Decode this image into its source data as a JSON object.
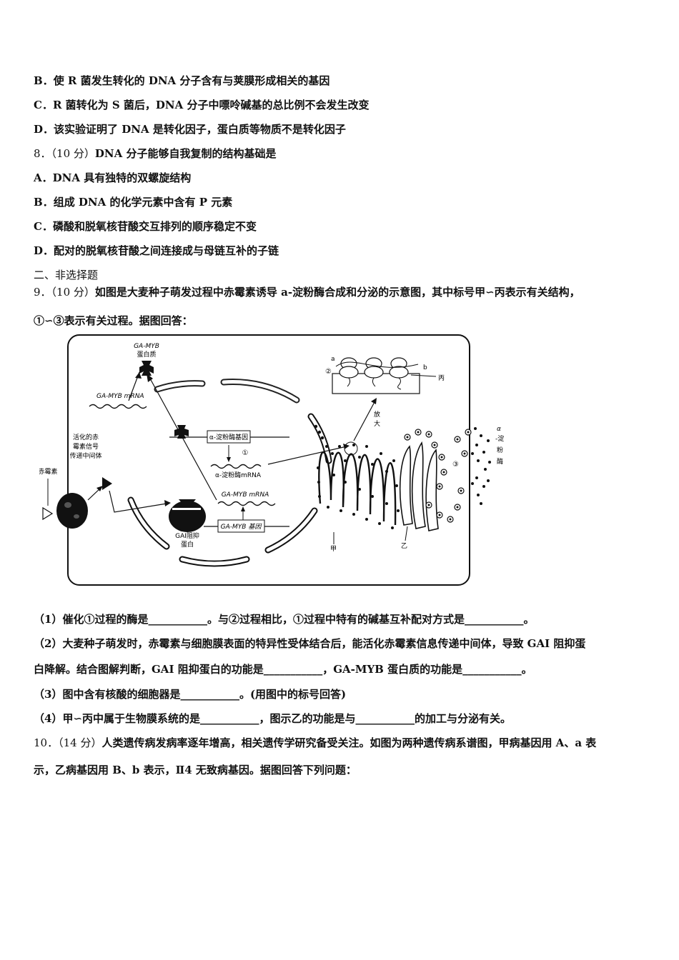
{
  "lines": [
    {
      "prefix": "B．",
      "text": "使 R 菌发生转化的 DNA 分子含有与荚膜形成相关的基因"
    },
    {
      "prefix": "C．",
      "text": "R 菌转化为 S 菌后，DNA 分子中嘌呤碱基的总比例不会发生改变"
    },
    {
      "prefix": "D．",
      "text": "该实验证明了 DNA 是转化因子，蛋白质等物质不是转化因子"
    },
    {
      "prefix": "8．（10 分）",
      "text": "DNA 分子能够自我复制的结构基础是"
    },
    {
      "prefix": "A．",
      "text": "DNA 具有独特的双螺旋结构"
    },
    {
      "prefix": "B．",
      "text": "组成 DNA 的化学元素中含有 P 元素"
    },
    {
      "prefix": "C．",
      "text": "磷酸和脱氧核苷酸交互排列的顺序稳定不变"
    },
    {
      "prefix": "D．",
      "text": "配对的脱氧核苷酸之间连接成与母链互补的子链"
    },
    {
      "prefix": "",
      "text": "二、非选择题"
    },
    {
      "prefix": "9．（10 分）",
      "text": "如图是大麦种子萌发过程中赤霉素诱导 a-淀粉酶合成和分泌的示意图，其中标号甲∽丙表示有关结构，"
    },
    {
      "prefix": "",
      "text": "①∽③表示有关过程。据图回答："
    }
  ],
  "figure_labels": {
    "gamyb_protein_1": "GA-MYB",
    "gamyb_protein_2": "蛋白质",
    "gamyb_mrna_top": "GA-MYB mRNA",
    "amylase_gene": "α-淀粉酶基因",
    "step1": "①",
    "amylase_mrna": "α-淀粉酶mRNA",
    "activated_1": "活化的赤",
    "activated_2": "霉素信号",
    "activated_3": "传递中间体",
    "gibberellin": "赤霉素",
    "gamyb_mrna_mid": "GA-MYB mRNA",
    "gamyb_gene": "GA-MYB 基因",
    "gai_1": "GAI阻抑",
    "gai_2": "蛋白",
    "label_a": "a",
    "label_b": "b",
    "step2": "②",
    "label_bing": "丙",
    "fang": "放",
    "da": "大",
    "step3": "③",
    "amylase_alpha": "α",
    "amylase_1": "-淀",
    "amylase_2": "粉",
    "amylase_3": "酶",
    "label_jia": "甲",
    "label_yi": "乙"
  },
  "questions": [
    {
      "num": "（1）",
      "text": "催化①过程的酶是___________。与②过程相比，①过程中特有的碱基互补配对方式是___________。"
    },
    {
      "num": "（2）",
      "text": "大麦种子萌发时，赤霉素与细胞膜表面的特异性受体结合后，能活化赤霉素信息传递中间体，导致 GAI 阻抑蛋"
    },
    {
      "num": "",
      "text": "白降解。结合图解判断，GAI 阻抑蛋白的功能是___________，GA-MYB 蛋白质的功能是___________。"
    },
    {
      "num": "（3）",
      "text": "图中含有核酸的细胞器是___________。(用图中的标号回答)"
    },
    {
      "num": "（4）",
      "text": "甲∽丙中属于生物膜系统的是___________，图示乙的功能是与___________的加工与分泌有关。"
    },
    {
      "num": "10．（14 分）",
      "text": "人类遗传病发病率逐年增高，相关遗传学研究备受关注。如图为两种遗传病系谱图，甲病基因用 A、a 表"
    },
    {
      "num": "",
      "text": "示，乙病基因用 B、b 表示，Ⅱ4 无致病基因。据图回答下列问题："
    }
  ]
}
